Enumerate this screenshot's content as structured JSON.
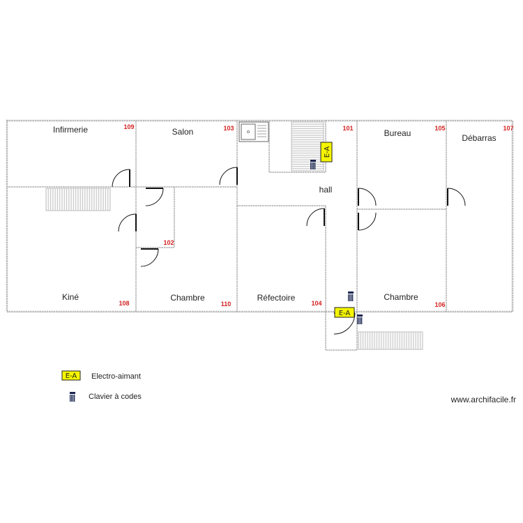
{
  "rooms": {
    "infirmerie": {
      "name": "Infirmerie",
      "number": "109"
    },
    "salon": {
      "name": "Salon",
      "number": "103"
    },
    "hall": {
      "name": "hall",
      "number": "101"
    },
    "bureau": {
      "name": "Bureau",
      "number": "105"
    },
    "debarras": {
      "name": "Débarras",
      "number": "107"
    },
    "kine": {
      "name": "Kiné",
      "number": "108"
    },
    "chambre_110": {
      "name": "Chambre",
      "number": "110"
    },
    "refectoire": {
      "name": "Réfectoire",
      "number": "104"
    },
    "chambre_106": {
      "name": "Chambre",
      "number": "106"
    },
    "room_102": {
      "number": "102"
    }
  },
  "electro_aimant_label": "E-A",
  "legend": {
    "electro_aimant": "Electro-aimant",
    "clavier": "Clavier à codes"
  },
  "watermark": "www.archifacile.fr",
  "colors": {
    "room_number": "#d42020",
    "electro_aimant_fill": "#f5f500",
    "keypad": "#1a2550",
    "wall": "#aaaaaa"
  }
}
